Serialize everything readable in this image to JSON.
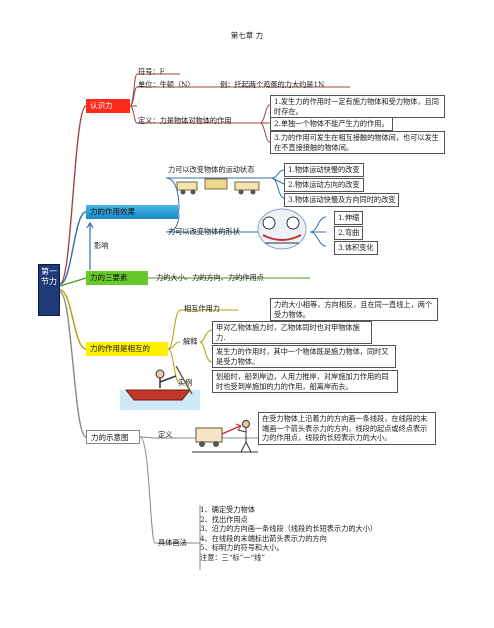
{
  "title": "第七章 力",
  "root": "第一节力",
  "sections": {
    "what_is_force": {
      "label": "认识力",
      "symbol": "符号：F",
      "unit": "单位：牛顿（N）",
      "example": "例：托起两个鸡蛋的力大约是1N",
      "definition": "定义：力是物体对物体的作用",
      "notes": [
        "1.发生力的作用时一定有施力物体和受力物体，且同时存在。",
        "2.单独一个物体不能产生力的作用。",
        "3.力的作用可发生在相互接触的物体间，也可以发生在不直接接触的物体间。"
      ]
    },
    "effects": {
      "label": "力的作用效果",
      "motion_label": "力可以改变物体的运动状态",
      "motion_items": [
        "1.物体运动快慢的改变",
        "2.物体运动方向的改变",
        "3.物体运动快慢及方向同时的改变"
      ],
      "shape_label": "力可以改变物体的形状",
      "shape_items": [
        "1.伸缩",
        "2.弯曲",
        "3.体积变化"
      ],
      "influence": "影响"
    },
    "three_elements": {
      "label": "力的三要素",
      "text": "力的大小、力的方向、力的作用点"
    },
    "mutual": {
      "label": "力的作用是相互的",
      "interaction_label": "相互作用力",
      "interaction_text": "力的大小相等，方向相反，且在同一直线上，两个受力物体。",
      "explain_label": "解释",
      "explain_items": [
        "甲对乙物体施力时，乙物体同时也对甲物体施力.",
        "发生力的作用时，其中一个物体既是施力物体，同时又是受力物体。"
      ],
      "example_label": "实例",
      "example_text": "划船时，船到岸边，人用力推岸，对岸施加力作用的同时也受到岸施加的力的作用，船离岸而去。"
    },
    "diagram": {
      "label": "力的示意图",
      "definition_label": "定义",
      "definition_text": "在受力物体上沿着力的方向画一条线段，在线段的末端画一个箭头表示力的方向，线段的起点或终点表示力的作用点，线段的长短表示力的大小。",
      "method_label": "具体画法",
      "steps": [
        "1、确定受力物体",
        "2、找出作用点",
        "3、沿力的方向画一条线段（线段的长短表示力的大小）",
        "4、在线段的末端标出箭头表示力的方向",
        "5、标明力的符号和大小。",
        "注意：三“标”一“线”"
      ]
    }
  },
  "colors": {
    "root": "#1f3a7a",
    "red": "#ff2b1a",
    "blue": "#2a9ad8",
    "green": "#66c82a",
    "yellow": "#fff000",
    "line_red": "#9a4040",
    "line_blue": "#2f6fb0",
    "line_gray": "#888888"
  }
}
